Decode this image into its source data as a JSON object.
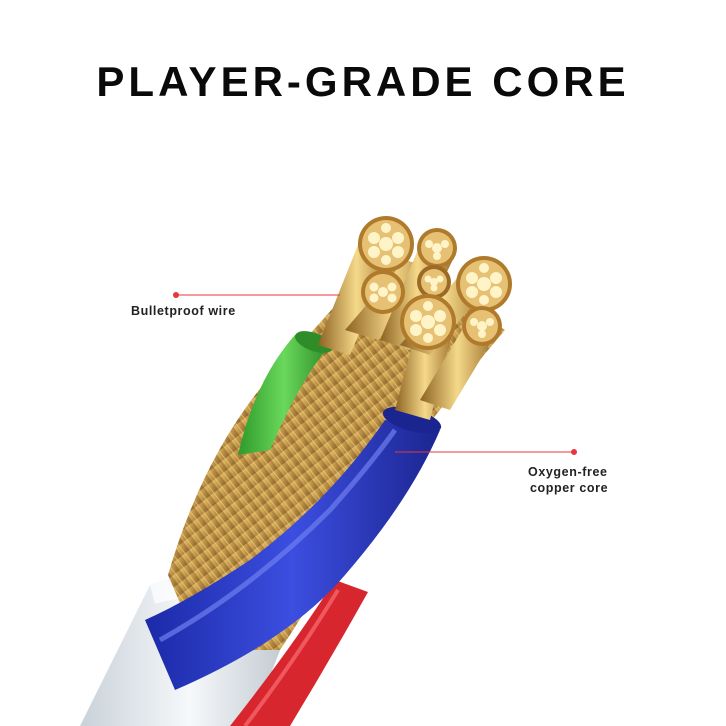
{
  "title": "PLAYER-GRADE CORE",
  "callouts": [
    {
      "id": "bulletproof",
      "text": "Bulletproof wire"
    },
    {
      "id": "oxygen",
      "text_line1": "Oxygen-free",
      "text_line2": "copper core"
    }
  ],
  "colors": {
    "title": "#0a0a0a",
    "callout_line": "#e8363d",
    "green_insulation": "#45c23c",
    "blue_insulation": "#2a39c8",
    "red_insulation": "#d8262e",
    "copper_gold": "#d9a94a",
    "jacket": "#e9eef2"
  }
}
